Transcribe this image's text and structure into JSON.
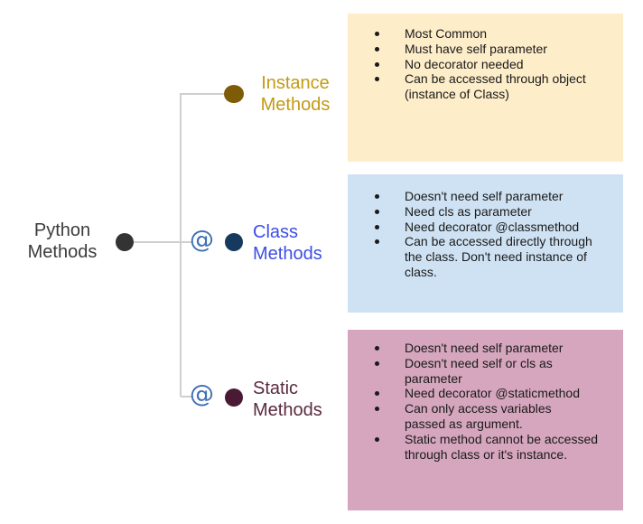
{
  "root": {
    "label_line1": "Python",
    "label_line2": "Methods"
  },
  "branches": [
    {
      "id": "instance",
      "label_line1": "Instance",
      "label_line2": "Methods",
      "label_color": "#c39a14",
      "dot_color": "#7d5b07",
      "box_color": "#fdedc9",
      "has_at_symbol": false,
      "bullets": [
        "Most Common",
        "Must have self parameter",
        "No decorator needed",
        "Can be accessed through object (instance of Class)"
      ]
    },
    {
      "id": "class",
      "label_line1": "Class",
      "label_line2": "Methods",
      "label_color": "#3c4ee6",
      "dot_color": "#163a5e",
      "box_color": "#cfe2f3",
      "has_at_symbol": true,
      "at_symbol": "@",
      "bullets": [
        "Doesn't need self parameter",
        "Need cls as parameter",
        "Need decorator @classmethod",
        "Can be accessed directly through the class. Don't need instance of class."
      ]
    },
    {
      "id": "static",
      "label_line1": "Static",
      "label_line2": "Methods",
      "label_color": "#5a2a3e",
      "dot_color": "#4a1a35",
      "box_color": "#d5a6bd",
      "has_at_symbol": true,
      "at_symbol": "@",
      "bullets": [
        "Doesn't need self parameter",
        "Doesn't need self or cls as parameter",
        "Need decorator @staticmethod",
        "Can only access variables passed as argument.",
        "Static method cannot be accessed through class or it's instance."
      ]
    }
  ]
}
